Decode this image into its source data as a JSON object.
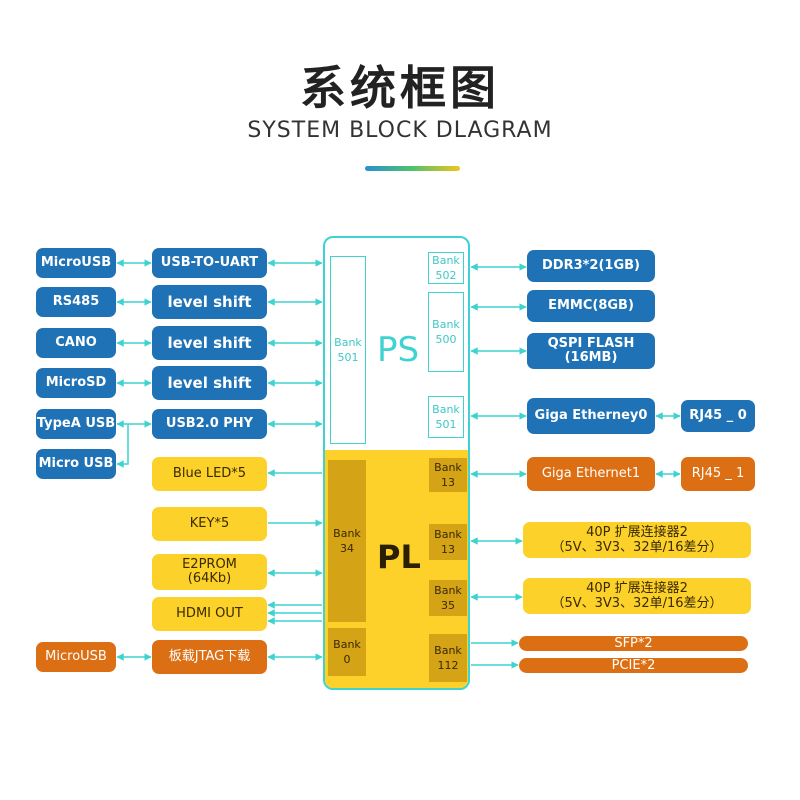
{
  "header": {
    "title": "系统框图",
    "subtitle": "SYSTEM BLOCK DLAGRAM"
  },
  "colors": {
    "blue": "#1f72b5",
    "yellow": "#fbd12a",
    "orange": "#dc6f13",
    "cyan": "#3ed3d0"
  },
  "left": {
    "ext_microusb": "MicroUSB",
    "usb_to_uart": "USB-TO-UART",
    "rs485": "RS485",
    "level_shift_1": "level shift",
    "cano": "CANO",
    "level_shift_2": "level shift",
    "microsd": "MicroSD",
    "level_shift_3": "level shift",
    "typea_usb": "TypeA USB",
    "usb20_phy": "USB2.0 PHY",
    "micro_usb": "Micro USB",
    "blue_led": "Blue LED*5",
    "key": "KEY*5",
    "e2prom": "E2PROM\n(64Kb)",
    "hdmi_out": "HDMI OUT",
    "jtag_microusb": "MicroUSB",
    "jtag": "板载JTAG下载"
  },
  "chip": {
    "ps_label": "PS",
    "pl_label": "PL",
    "bank_501_left": "Bank\n501",
    "bank_502": "Bank\n502",
    "bank_500": "Bank\n500",
    "bank_501_right": "Bank\n501",
    "bank_34": "Bank\n34",
    "bank_0": "Bank\n0",
    "bank_13_a": "Bank\n13",
    "bank_13_b": "Bank\n13",
    "bank_35": "Bank\n35",
    "bank_112": "Bank\n112"
  },
  "right": {
    "ddr3": "DDR3*2(1GB)",
    "emmc": "EMMC(8GB)",
    "qspi": "QSPI  FLASH\n(16MB)",
    "giga_eth0": "Giga Etherney0",
    "rj45_0": "RJ45 _ 0",
    "giga_eth1": "Giga Ethernet1",
    "rj45_1": "RJ45 _ 1",
    "expander_1": "40P 扩展连接器2\n（5V、3V3、32单/16差分）",
    "expander_2": "40P 扩展连接器2\n（5V、3V3、32单/16差分）",
    "sfp": "SFP*2",
    "pcie": "PCIE*2"
  }
}
